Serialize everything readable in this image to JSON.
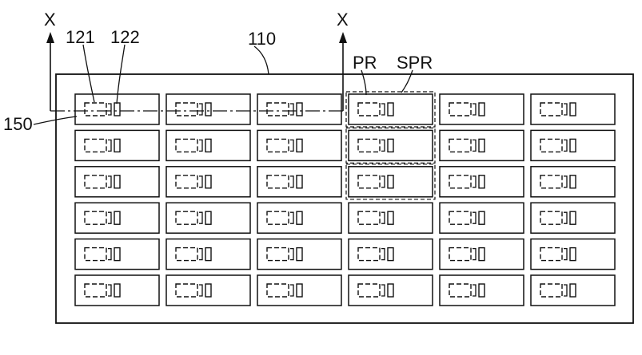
{
  "labels": {
    "section_mark_left": "X",
    "section_mark_right": "X",
    "ref_121": "121",
    "ref_122": "122",
    "ref_110": "110",
    "ref_150": "150",
    "ref_pr": "PR",
    "ref_spr": "SPR"
  },
  "grid": {
    "rows": 6,
    "cols": 6
  },
  "highlight": {
    "col": 4,
    "rows": [
      1,
      2,
      3
    ]
  },
  "colors": {
    "line": "#111111",
    "background": "#ffffff"
  }
}
